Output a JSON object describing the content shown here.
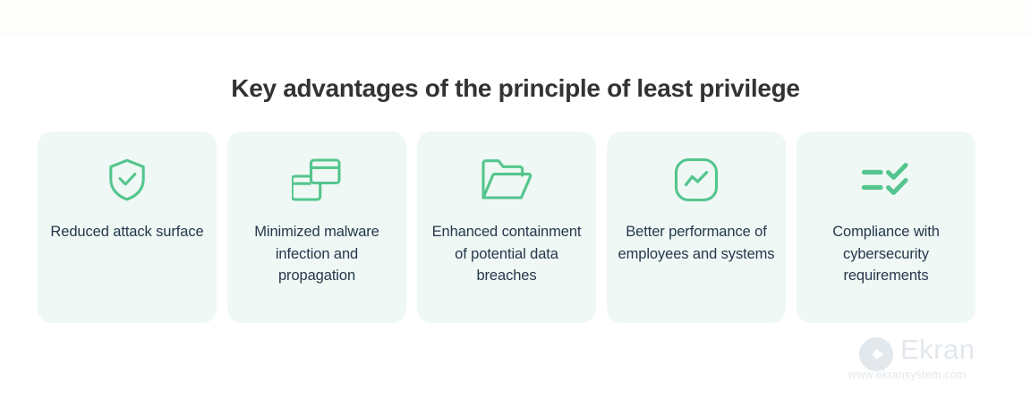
{
  "page": {
    "title": "Key advantages of the principle of least privilege",
    "background_color": "#ffffff",
    "card_background_color": "#eff8f4",
    "accent_color": "#54c58e",
    "text_color": "#26374d",
    "title_color": "#333333"
  },
  "cards": [
    {
      "icon": "shield-check-icon",
      "label": "Reduced attack surface"
    },
    {
      "icon": "overlapping-windows-icon",
      "label": "Minimized malware infection and propagation"
    },
    {
      "icon": "open-folder-icon",
      "label": "Enhanced containment of potential data breaches"
    },
    {
      "icon": "performance-chart-icon",
      "label": "Better performance of employees and systems"
    },
    {
      "icon": "checklist-icon",
      "label": "Compliance with cybersecurity requirements"
    }
  ],
  "branding": {
    "logo_icon": "ekran-chevron-logo-icon",
    "name": "Ekran",
    "url": "www.ekransystem.com",
    "color": "#e3e8ec"
  }
}
